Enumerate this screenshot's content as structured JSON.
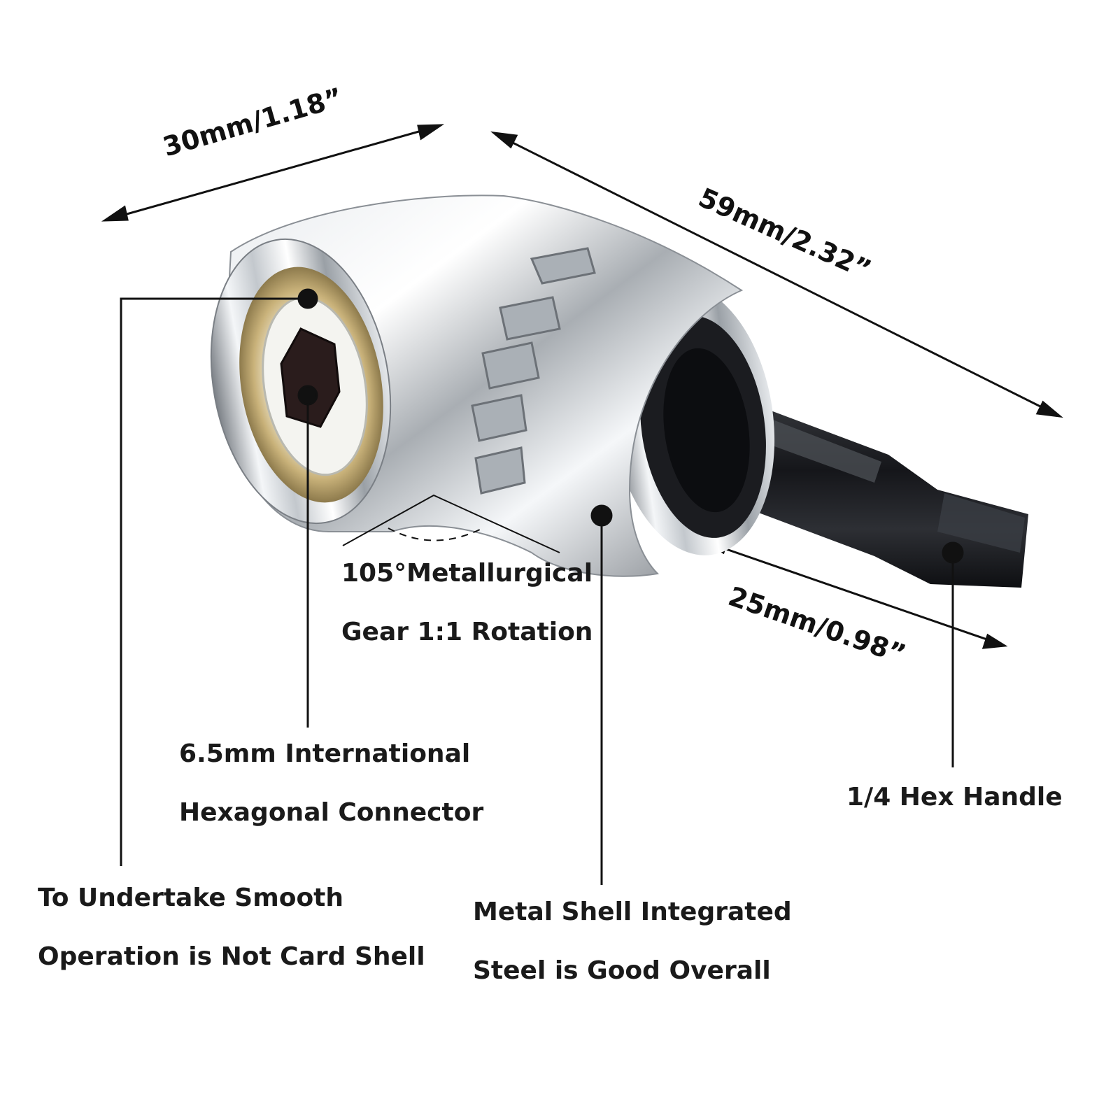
{
  "dimensions": {
    "width": "30mm/1.18”",
    "length": "59mm/2.32”",
    "shank": "25mm/0.98”"
  },
  "callouts": {
    "gear": {
      "line1": "105°Metallurgical",
      "line2": "Gear 1:1 Rotation"
    },
    "connector": {
      "line1": "6.5mm International",
      "line2": "Hexagonal Connector"
    },
    "hex_handle": {
      "line1": "1/4 Hex Handle"
    },
    "bearing": {
      "line1": "To Undertake Smooth",
      "line2": "Operation is Not Card Shell"
    },
    "shell": {
      "line1": "Metal Shell Integrated",
      "line2": "Steel is Good Overall"
    }
  },
  "colors": {
    "text": "#1a1a1a",
    "line": "#111111",
    "chrome_light": "#f2f4f6",
    "chrome_dark": "#6b7076",
    "bearing_gold": "#c9b27a",
    "shank_black": "#1c1d20"
  }
}
